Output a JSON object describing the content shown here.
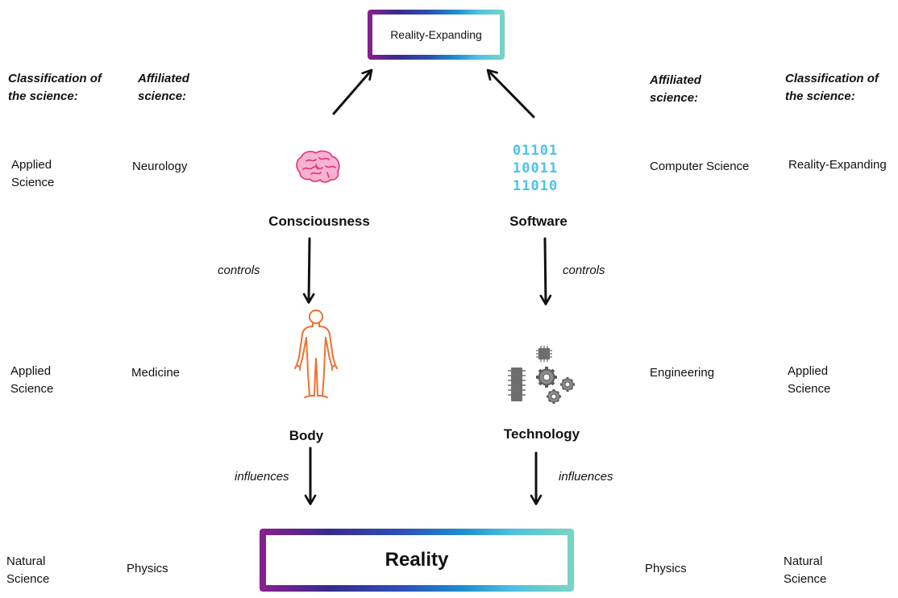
{
  "top_box": {
    "label": "Reality-Expanding"
  },
  "bottom_box": {
    "label": "Reality"
  },
  "headers": {
    "left_classification": [
      "Classification of",
      "the science:"
    ],
    "left_affiliated": [
      "Affiliated",
      "science:"
    ],
    "right_affiliated": [
      "Affiliated",
      "science:"
    ],
    "right_classification": [
      "Classification of",
      "the science:"
    ]
  },
  "nodes": {
    "consciousness": "Consciousness",
    "software": "Software",
    "body": "Body",
    "technology": "Technology"
  },
  "edges": {
    "left_controls": "controls",
    "right_controls": "controls",
    "left_influences": "influences",
    "right_influences": "influences"
  },
  "binary": [
    "01101",
    "10011",
    "11010"
  ],
  "rows": {
    "row1": {
      "left_class": [
        "Applied",
        "Science"
      ],
      "left_affiliated": "Neurology",
      "right_affiliated": "Computer Science",
      "right_class": "Reality-Expanding"
    },
    "row2": {
      "left_class": [
        "Applied",
        "Science"
      ],
      "left_affiliated": "Medicine",
      "right_affiliated": "Engineering",
      "right_class": [
        "Applied",
        "Science"
      ]
    },
    "row3": {
      "left_class": [
        "Natural",
        "Science"
      ],
      "left_affiliated": "Physics",
      "right_affiliated": "Physics",
      "right_class": [
        "Natural",
        "Science"
      ]
    }
  },
  "colors": {
    "brain": "#e0307a",
    "body": "#f07030",
    "binary": "#4cc3ee",
    "gears": "#7a7a7a",
    "arrow": "#111111"
  }
}
